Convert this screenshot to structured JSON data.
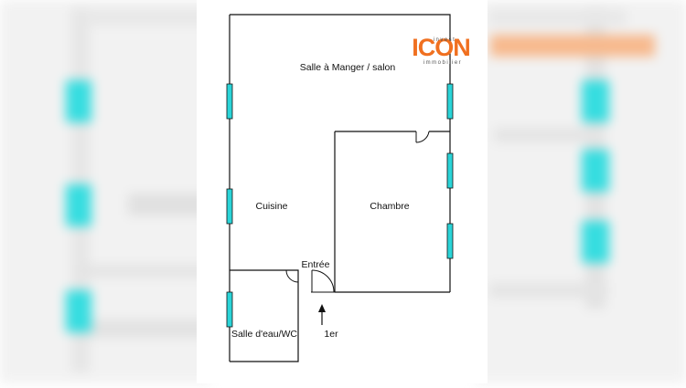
{
  "rooms": {
    "living": "Salle à Manger / salon",
    "kitchen": "Cuisine",
    "bedroom": "Chambre",
    "entrance": "Entrée",
    "bathroom": "Salle d'eau/WC"
  },
  "floor_marker": "1er",
  "logo": {
    "brand": "ICON",
    "sub_top": "invest",
    "sub_bottom": "immobilier",
    "color": "#f07020"
  },
  "colors": {
    "window": "#2ad4d8",
    "wall": "#111111"
  }
}
